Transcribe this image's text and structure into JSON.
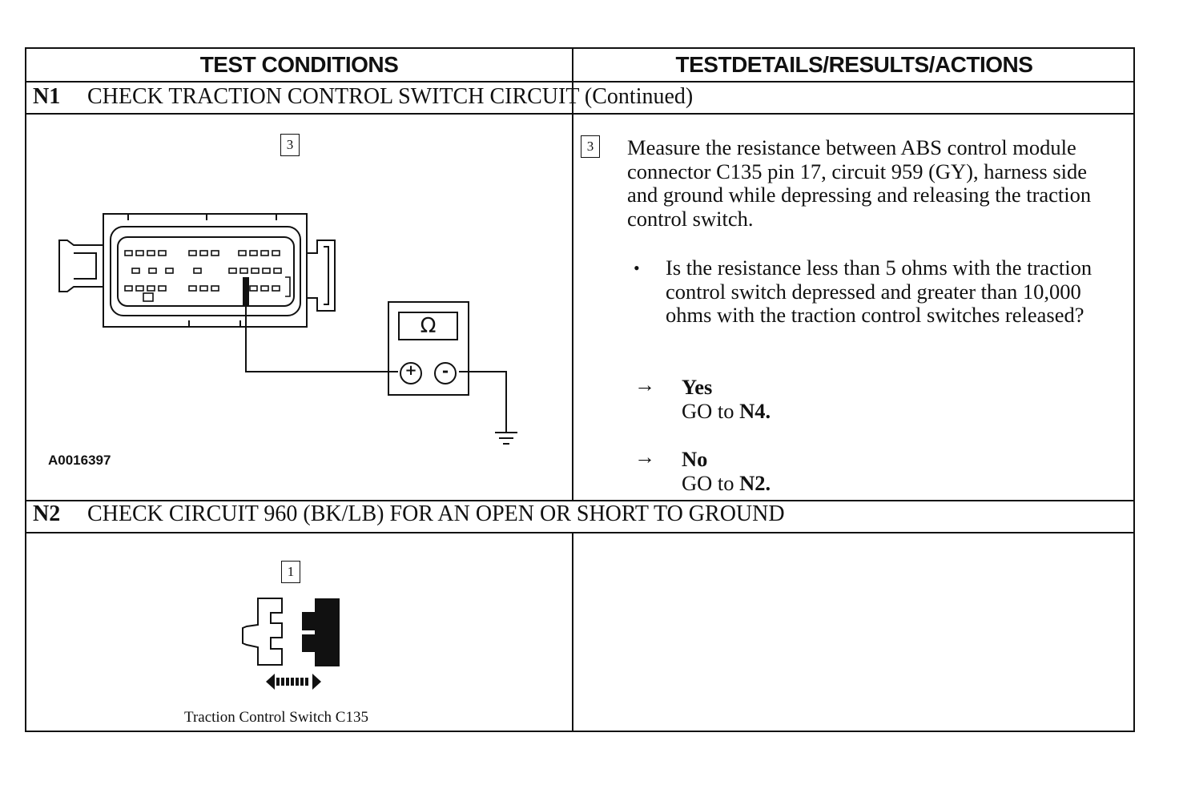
{
  "header": {
    "left": "TEST CONDITIONS",
    "right": "TESTDETAILS/RESULTS/ACTIONS"
  },
  "n1": {
    "code": "N1",
    "title": "CHECK TRACTION CONTROL SWITCH CIRCUIT (Continued)",
    "step": "3",
    "figure_id": "A0016397",
    "meter_symbol": "Ω",
    "plus": "+",
    "minus": "-",
    "step_right": "3",
    "instruction": "Measure the resistance between ABS control module connector C135 pin 17, circuit 959 (GY), harness side and ground while depressing and releasing the traction control switch.",
    "bullet": "•",
    "question": "Is the resistance less than 5 ohms with the traction control switch depressed and greater than 10,000 ohms with the traction control switches released?",
    "arrow": "→",
    "yes_label": "Yes",
    "yes_action_prefix": "GO to ",
    "yes_action_target": "N4.",
    "no_label": "No",
    "no_action_prefix": "GO to ",
    "no_action_target": "N2."
  },
  "n2": {
    "code": "N2",
    "title": "CHECK CIRCUIT 960 (BK/LB) FOR AN OPEN OR SHORT TO GROUND",
    "step": "1",
    "figure_caption": "Traction Control Switch C135"
  }
}
